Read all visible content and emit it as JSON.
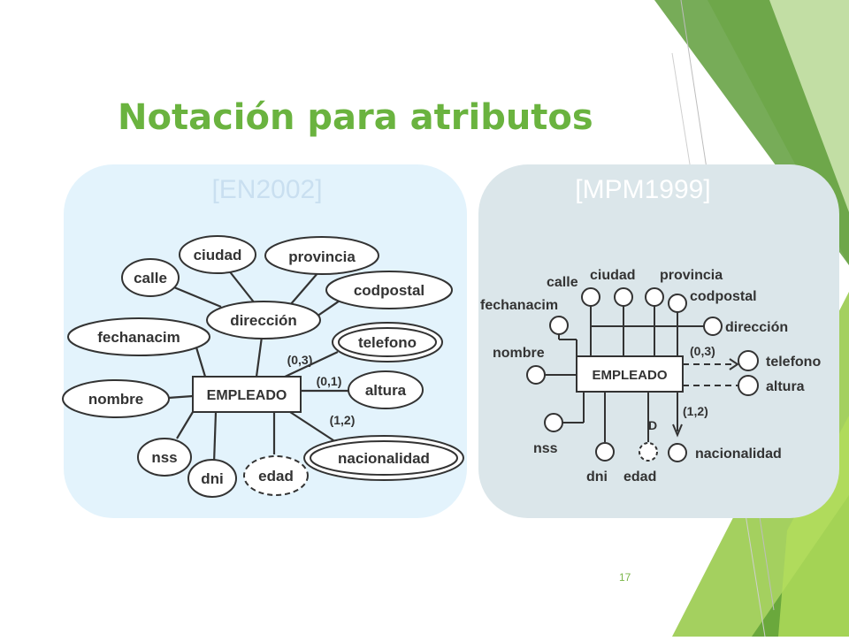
{
  "slide": {
    "title": "Notación para atributos",
    "page_number": "17",
    "colors": {
      "title": "#6ab33f",
      "accent_green": "#7ab648",
      "left_panel": "#e3f3fc",
      "right_panel": "#dbe6ea"
    }
  },
  "left_diagram": {
    "source_label": "[EN2002]",
    "entity": "EMPLEADO",
    "attributes": {
      "calle": "calle",
      "ciudad": "ciudad",
      "provincia": "provincia",
      "codpostal": "codpostal",
      "direccion": "dirección",
      "fechanacim": "fechanacim",
      "nombre": "nombre",
      "telefono": "telefono",
      "altura": "altura",
      "nacionalidad": "nacionalidad",
      "nss": "nss",
      "dni": "dni",
      "edad": "edad"
    },
    "cardinalities": {
      "telefono": "(0,3)",
      "altura": "(0,1)",
      "nacionalidad": "(1,2)"
    }
  },
  "right_diagram": {
    "source_label": "[MPM1999]",
    "entity": "EMPLEADO",
    "attributes": {
      "calle": "calle",
      "ciudad": "ciudad",
      "provincia": "provincia",
      "codpostal": "codpostal",
      "direccion": "dirección",
      "fechanacim": "fechanacim",
      "nombre": "nombre",
      "telefono": "telefono",
      "altura": "altura",
      "nacionalidad": "nacionalidad",
      "nss": "nss",
      "dni": "dni",
      "edad": "edad"
    },
    "cardinalities": {
      "telefono": "(0,3)",
      "nacionalidad": "(1,2)"
    },
    "derived_marker": "D"
  }
}
